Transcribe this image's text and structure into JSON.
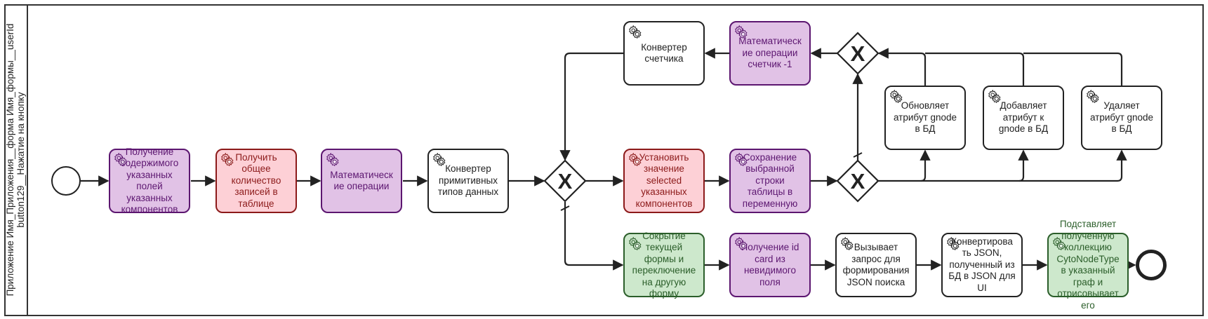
{
  "pool": {
    "lane_label_line1": "Приложение Имя_Приложения__форма Имя_формы__userId",
    "lane_label_line2": "button129__Нажатие на кнопку"
  },
  "events": {
    "start": {
      "type": "start-event"
    },
    "end": {
      "type": "end-event"
    }
  },
  "gateways": [
    {
      "id": "g1",
      "type": "exclusive",
      "marker": "X"
    },
    {
      "id": "g2",
      "type": "exclusive",
      "marker": "X"
    },
    {
      "id": "g3",
      "type": "exclusive",
      "marker": "X"
    }
  ],
  "tasks": {
    "get_contents": {
      "label": "Получение\nсодержимого\nуказанных\nполей\nуказанных\nкомпонентов",
      "style": "purple",
      "icon": "gear-icon"
    },
    "get_count": {
      "label": "Получить\nобщее\nколичество\nзаписей в\nтаблице",
      "style": "red",
      "icon": "gear-icon"
    },
    "math_ops": {
      "label": "Математическ\nие операции",
      "style": "purple",
      "icon": "gear-icon"
    },
    "converter_primitive": {
      "label": "Конвертер\nпримитивных\nтипов данных",
      "style": "white",
      "icon": "gear-icon"
    },
    "converter_counter": {
      "label": "Конвертер\nсчетчика",
      "style": "white",
      "icon": "gear-icon"
    },
    "math_counter": {
      "label": "Математическ\nие операции\nсчетчик -1",
      "style": "purple",
      "icon": "gear-icon"
    },
    "set_selected": {
      "label": "Установить\nзначение\nselected\nуказанных\nкомпонентов",
      "style": "red",
      "icon": "gear-icon"
    },
    "save_row": {
      "label": "Сохранение\nвыбранной\nстроки\nтаблицы в\nпеременную",
      "style": "purple",
      "icon": "gear-icon"
    },
    "update_attr": {
      "label": "Обновляет\nатрибут gnode\nв БД",
      "style": "white",
      "icon": "gear-icon"
    },
    "add_attr": {
      "label": "Добавляет\nатрибут к\ngnode в БД",
      "style": "white",
      "icon": "gear-icon"
    },
    "delete_attr": {
      "label": "Удаляет\nатрибут gnode\nв БД",
      "style": "white",
      "icon": "gear-icon"
    },
    "hide_form": {
      "label": "Сокрытие\nтекущей\nформы и\nпереключение\nна другую\nформу",
      "style": "green",
      "icon": "gear-icon"
    },
    "get_id_card": {
      "label": "Получение id\ncard из\nневидимого\nполя",
      "style": "purple",
      "icon": "gear-icon"
    },
    "json_request": {
      "label": "Вызывает\nзапрос для\nформирования\nJSON поиска",
      "style": "white",
      "icon": "gear-icon"
    },
    "convert_json": {
      "label": "Конвертирова\nть JSON,\nполученный из\nБД в JSON для\nUI",
      "style": "white",
      "icon": "gear-icon"
    },
    "render_graph": {
      "label": "Подставляет\nполученную\nколлекцию\nCytoNodeType\nв указанный\nграф и\nотрисовывает\nего",
      "style": "green",
      "icon": "gear-icon"
    }
  },
  "colors": {
    "purple_fill": "#e1c2e6",
    "purple_stroke": "#5c1670",
    "red_fill": "#fdd0d6",
    "red_stroke": "#8c1a1a",
    "green_fill": "#cde8cc",
    "green_stroke": "#2b5e2a",
    "line": "#222222"
  }
}
